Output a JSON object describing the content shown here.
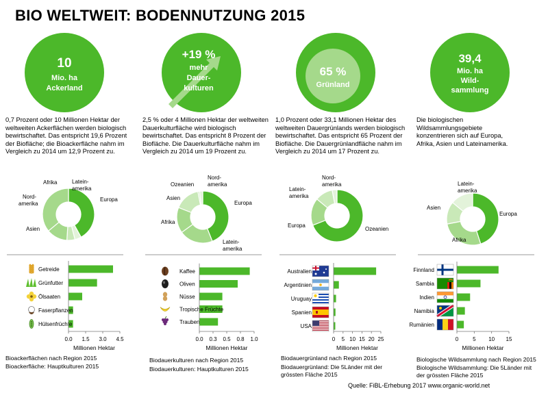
{
  "title": "BIO WELTWEIT: BODENNUTZUNG 2015",
  "source": "Quelle: FiBL-Erhebung 2017  www.organic-world.net",
  "colors": {
    "green": "#4cb82a",
    "light1": "#a5d98b",
    "light2": "#c9e9b8",
    "light3": "#e3f3da",
    "dark": "#3a9a1c"
  },
  "panels": [
    {
      "bubble": [
        "10",
        "Mio. ha",
        "Ackerland"
      ],
      "desc": "0,7 Prozent oder 10 Millionen Hektar der weltweiten Ackerflächen werden biologisch bewirtschaftet. Das entspricht 19,6 Prozent der Biofläche; die Bioackerfläche nahm im Vergleich zu 2014 um 12,9 Prozent zu.",
      "caption1": "Bioackerflächen nach Region 2015",
      "caption2": "Bioackerfläche: Hauptkulturen 2015"
    },
    {
      "bubble": [
        "+19 %",
        "mehr",
        "Dauer-",
        "kulturen"
      ],
      "desc": "2,5 % oder 4 Millionen Hektar der weltweiten Dauerkulturfläche wird biologisch bewirtschaftet. Das entspricht 8 Prozent der Biofläche. Die Dauerkulturfläche nahm im Vergleich zu 2014 um 19 Prozent zu.",
      "caption1": "Biodauerkulturen nach Region 2015",
      "caption2": "Biodauerkulturen: Hauptkulturen 2015"
    },
    {
      "bubble": [
        "65 %",
        "Grünland"
      ],
      "desc": "1,0 Prozent oder 33,1 Millionen Hektar des weltweiten Dauergrünlands werden biologisch bewirtschaftet. Das entspricht 65 Prozent der Biofläche. Die Dauergrünlandfläche nahm im Vergleich zu 2014 um 17 Prozent zu.",
      "caption1": "Biodauergrünland nach Region 2015",
      "caption2": "Biodauergrünland: Die 5Länder mit der grössten Fläche 2015"
    },
    {
      "bubble": [
        "39,4",
        "Mio. ha",
        "Wild-",
        "sammlung"
      ],
      "desc": "Die biologischen Wildsammlungsgebiete konzentrieren sich auf Europa, Afrika, Asien und Lateinamerika.",
      "caption1": "Biologische Wildsammlung nach Region 2015",
      "caption2": "Biologische Wildsammlung: Die 5Länder mit der grössten Fläche 2015"
    }
  ],
  "chart_data": [
    {
      "type": "pie",
      "title": "Bioackerflächen nach Region 2015",
      "slices": [
        {
          "label": "Europa",
          "value": 42
        },
        {
          "label": "Lateinamerika",
          "value": 4
        },
        {
          "label": "Afrika",
          "value": 5
        },
        {
          "label": "Nordamerika",
          "value": 13
        },
        {
          "label": "Asien",
          "value": 36
        }
      ]
    },
    {
      "type": "pie",
      "title": "Biodauerkulturen nach Region 2015",
      "slices": [
        {
          "label": "Europa",
          "value": 44
        },
        {
          "label": "Lateinamerika",
          "value": 21
        },
        {
          "label": "Afrika",
          "value": 16
        },
        {
          "label": "Asien",
          "value": 16
        },
        {
          "label": "Ozeanien",
          "value": 1
        },
        {
          "label": "Nordamerika",
          "value": 2
        }
      ]
    },
    {
      "type": "pie",
      "title": "Biodauergrünland nach Region 2015",
      "slices": [
        {
          "label": "Ozeanien",
          "value": 69
        },
        {
          "label": "Europa",
          "value": 17
        },
        {
          "label": "Lateinamerika",
          "value": 11
        },
        {
          "label": "Nordamerika",
          "value": 3
        }
      ]
    },
    {
      "type": "pie",
      "title": "Biologische Wildsammlung nach Region 2015",
      "slices": [
        {
          "label": "Europa",
          "value": 45
        },
        {
          "label": "Afrika",
          "value": 27
        },
        {
          "label": "Asien",
          "value": 14
        },
        {
          "label": "Lateinamerika",
          "value": 14
        }
      ]
    },
    {
      "type": "bar",
      "orientation": "horizontal",
      "title": "Bioackerfläche: Hauptkulturen 2015",
      "categories": [
        "Getreide",
        "Grünfutter",
        "Ölsaaten",
        "Faserpflanzen",
        "Hülsenfrüchte"
      ],
      "icons": [
        "grain-icon",
        "grass-icon",
        "flower-icon",
        "cotton-icon",
        "legume-icon"
      ],
      "values": [
        3.9,
        2.5,
        1.2,
        0.4,
        0.4
      ],
      "xlabel": "Millionen Hektar",
      "xlim": [
        0,
        4.5
      ],
      "ticks": [
        "0.0",
        "1.5",
        "3.0",
        "4.5"
      ]
    },
    {
      "type": "bar",
      "orientation": "horizontal",
      "title": "Biodauerkulturen: Hauptkulturen 2015",
      "categories": [
        "Kaffee",
        "Oliven",
        "Nüsse",
        "Tropische Früchte",
        "Trauben"
      ],
      "icons": [
        "coffee-bean-icon",
        "olive-icon",
        "peanut-icon",
        "banana-icon",
        "grapes-icon"
      ],
      "values": [
        0.92,
        0.7,
        0.42,
        0.42,
        0.34
      ],
      "xlabel": "Millionen Hektar",
      "xlim": [
        0,
        1.0
      ],
      "ticks": [
        "0.0",
        "0.3",
        "0.5",
        "0.8",
        "1.0"
      ]
    },
    {
      "type": "bar",
      "orientation": "horizontal",
      "title": "Biodauergrünland: Die 5Länder mit der grössten Fläche 2015",
      "categories": [
        "Australien",
        "Argentinien",
        "Uruguay",
        "Spanien",
        "USA"
      ],
      "icons": [
        "flag-australia-icon",
        "flag-argentina-icon",
        "flag-uruguay-icon",
        "flag-spain-icon",
        "flag-usa-icon"
      ],
      "values": [
        22.5,
        2.8,
        1.3,
        1.0,
        0.9
      ],
      "xlabel": "Millionen Hektar",
      "xlim": [
        0,
        25
      ],
      "ticks": [
        "0",
        "5",
        "10",
        "15",
        "20",
        "25"
      ]
    },
    {
      "type": "bar",
      "orientation": "horizontal",
      "title": "Biologische Wildsammlung: Die 5Länder mit der grössten Fläche 2015",
      "categories": [
        "Finnland",
        "Sambia",
        "Indien",
        "Namibia",
        "Rumänien"
      ],
      "icons": [
        "flag-finland-icon",
        "flag-zambia-icon",
        "flag-india-icon",
        "flag-namibia-icon",
        "flag-romania-icon"
      ],
      "values": [
        12.0,
        6.8,
        3.8,
        2.3,
        2.0
      ],
      "xlabel": "Millionen Hektar",
      "xlim": [
        0,
        15
      ],
      "ticks": [
        "0",
        "5",
        "10",
        "15"
      ]
    }
  ]
}
